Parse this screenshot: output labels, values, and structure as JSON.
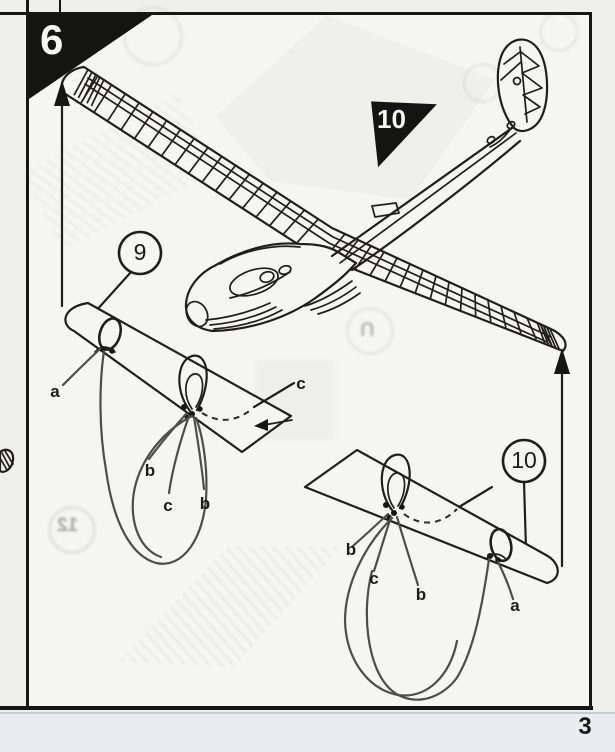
{
  "document": {
    "page_number": "3"
  },
  "step_panel": {
    "step_number": "6",
    "assembly_flag_number": "10",
    "callout_9": "9",
    "callout_10": "10",
    "left_wing_labels": {
      "a": "a",
      "b_outer": "b",
      "c_mid": "c",
      "b_inner": "b",
      "c_leader": "c"
    },
    "right_wing_labels": {
      "b_outer": "b",
      "c_mid": "c",
      "b_inner": "b",
      "a": "a"
    }
  },
  "ghosts": {
    "circle_glyph_left": "12",
    "circle_glyph_mid": "U"
  },
  "colors": {
    "ink": "#201f1d",
    "paper": "#f5f5f2",
    "flag_background": "#141412",
    "page_margin": "#eff0ec"
  }
}
